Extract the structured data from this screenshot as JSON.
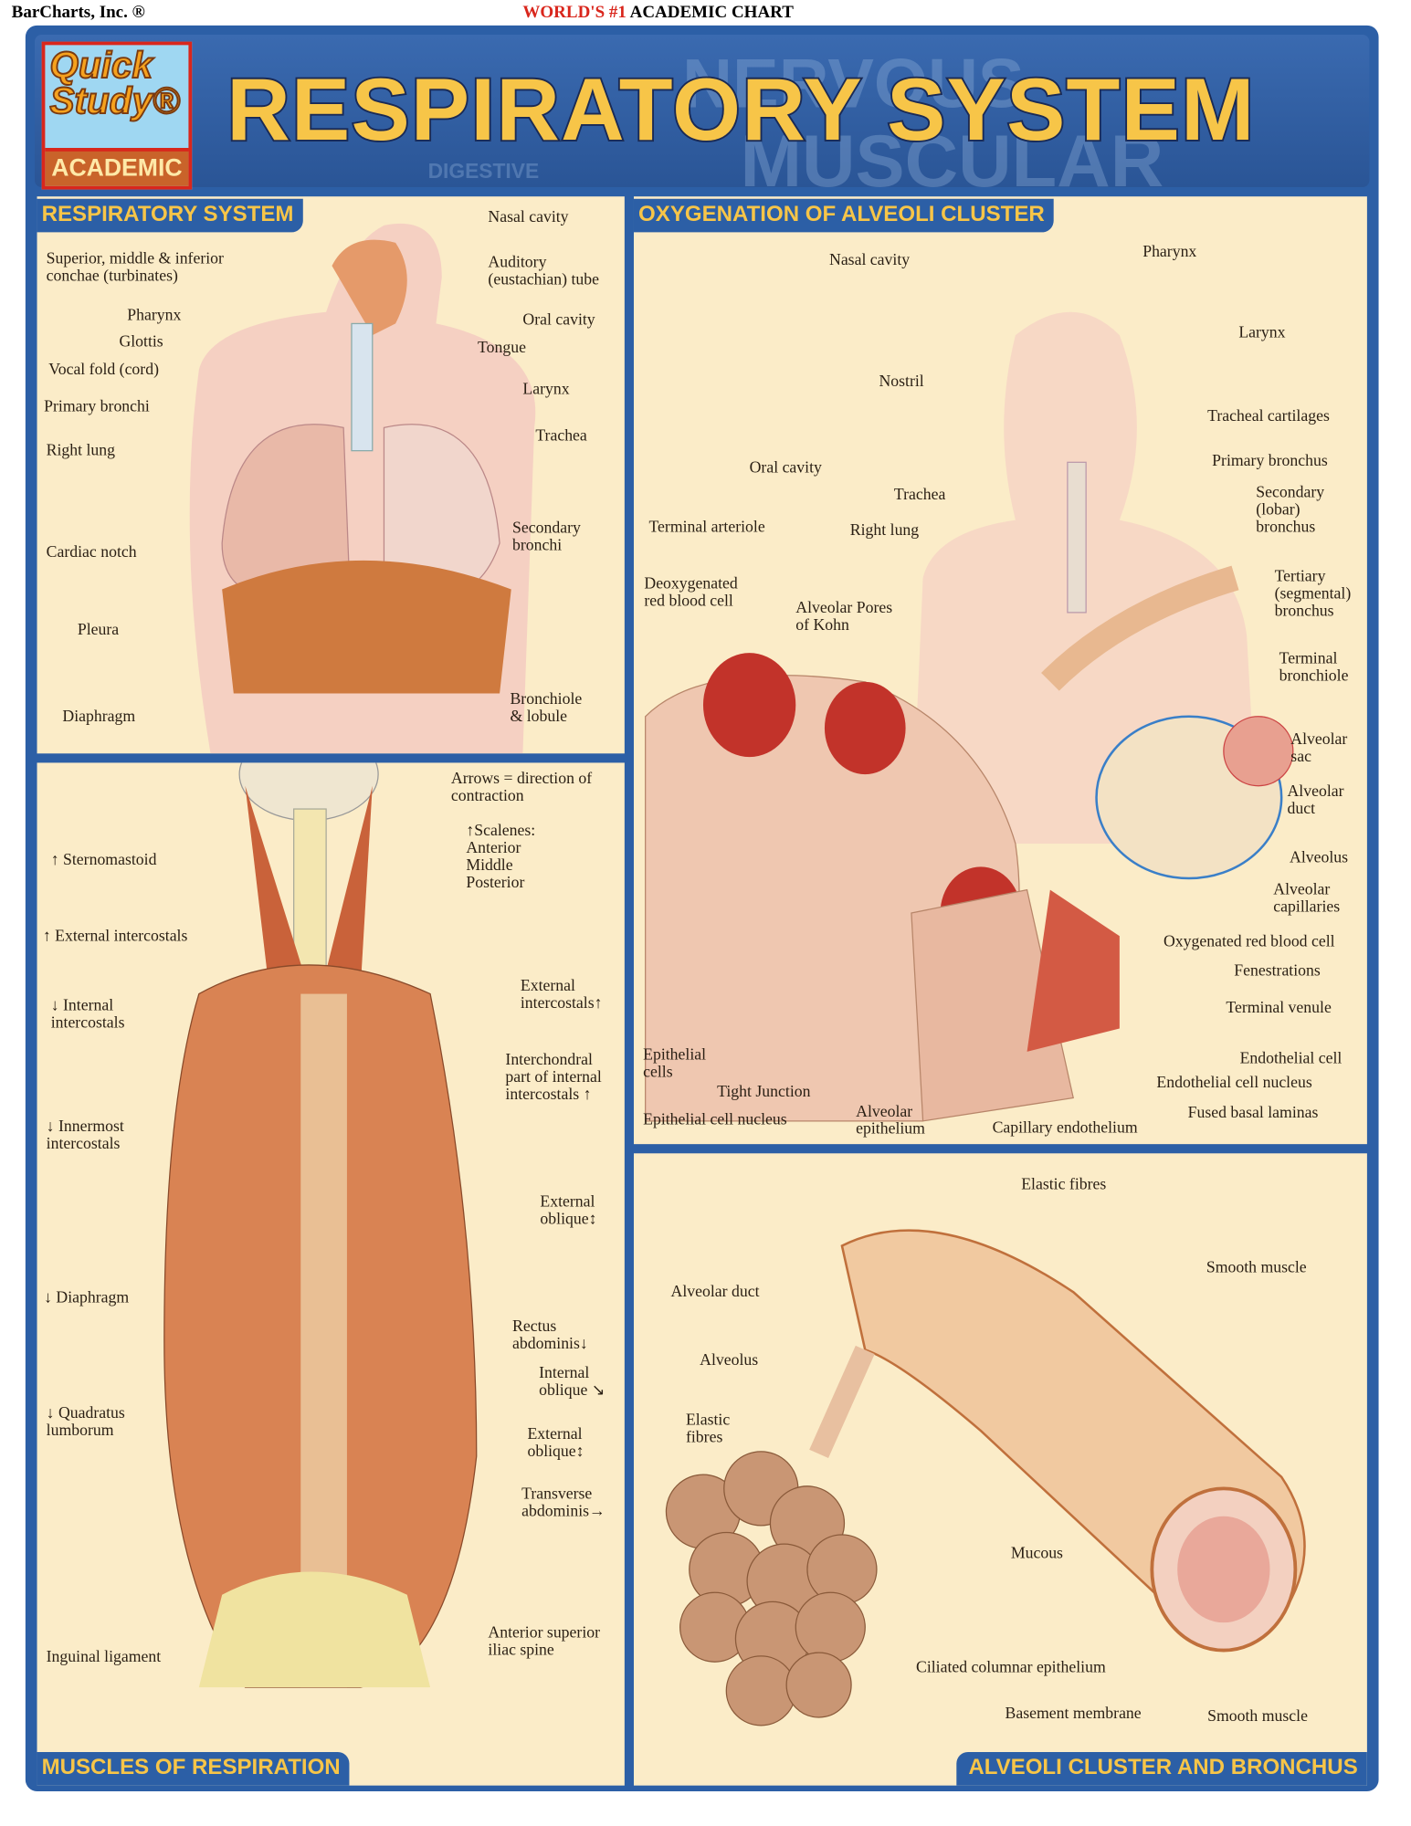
{
  "header": {
    "publisher": "BarCharts, Inc. ®",
    "tagline_red": "WORLD'S #1",
    "tagline_black": "ACADEMIC CHART",
    "title": "RESPIRATORY SYSTEM",
    "logo": {
      "line1": "Quick",
      "line2": "Study®",
      "badge": "ACADEMIC"
    },
    "watermark_words": [
      "NERVOUS",
      "MUSCULAR",
      "DIGESTIVE"
    ]
  },
  "colors": {
    "frame_blue": "#2c5fa6",
    "title_yellow": "#f7c548",
    "panel_bg": "#fbecc8",
    "tagline_red": "#d9261c"
  },
  "panels": [
    {
      "title": "RESPIRATORY SYSTEM",
      "labels": [
        "Nasal cavity",
        "Superior, middle & inferior\nconchae (turbinates)",
        "Auditory\n(eustachian) tube",
        "Oral cavity",
        "Pharynx",
        "Glottis",
        "Tongue",
        "Vocal fold (cord)",
        "Larynx",
        "Primary bronchi",
        "Trachea",
        "Right lung",
        "Secondary\nbronchi",
        "Cardiac notch",
        "Pleura",
        "Bronchiole\n& lobule",
        "Diaphragm"
      ]
    },
    {
      "title": "OXYGENATION OF ALVEOLI CLUSTER",
      "labels": [
        "Nasal cavity",
        "Pharynx",
        "Larynx",
        "Nostril",
        "Tracheal cartilages",
        "Oral cavity",
        "Primary bronchus",
        "Trachea",
        "Secondary\n(lobar)\nbronchus",
        "Terminal arteriole",
        "Right lung",
        "Deoxygenated\nred blood cell",
        "Alveolar Pores\nof Kohn",
        "Tertiary\n(segmental)\nbronchus",
        "Terminal\nbronchiole",
        "Alveolar\nsac",
        "Alveolar\nduct",
        "Alveolus",
        "Alveolar\ncapillaries",
        "Oxygenated red blood cell",
        "Fenestrations",
        "Terminal venule",
        "Epithelial\ncells",
        "Endothelial cell",
        "Tight Junction",
        "Endothelial cell nucleus",
        "Fused basal laminas",
        "Epithelial cell nucleus",
        "Alveolar\nepithelium",
        "Capillary endothelium"
      ]
    },
    {
      "title": "MUSCLES OF RESPIRATION",
      "labels": [
        "Arrows = direction of\ncontraction",
        "↑ Sternomastoid",
        "↑Scalenes:\nAnterior\nMiddle\nPosterior",
        "↑ External intercostals",
        "External\nintercostals↑",
        "↓ Internal\nintercostals",
        "Interchondral\npart of internal\nintercostals ↑",
        "↓ Innermost\nintercostals",
        "External\noblique↕",
        "↓ Diaphragm",
        "Rectus\nabdominis↓",
        "Internal\noblique ↘",
        "↓ Quadratus\nlumborum",
        "External\noblique↕",
        "Transverse\nabdominis→",
        "Anterior superior\niliac spine",
        "Inguinal ligament"
      ]
    },
    {
      "title": "ALVEOLI CLUSTER AND BRONCHUS",
      "labels": [
        "Elastic fibres",
        "Smooth muscle",
        "Alveolar duct",
        "Alveolus",
        "Elastic\nfibres",
        "Mucous",
        "Ciliated columnar epithelium",
        "Basement membrane",
        "Smooth muscle"
      ]
    }
  ]
}
